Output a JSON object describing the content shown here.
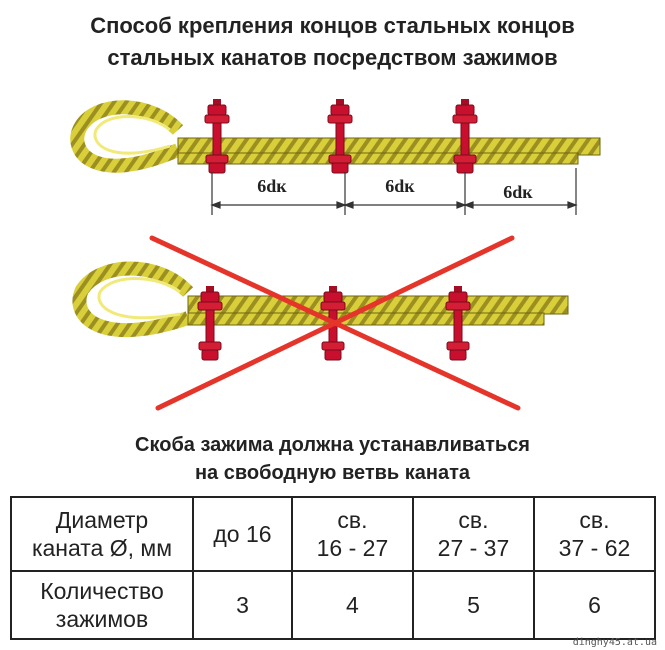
{
  "title": {
    "line1": "Способ крепления концов стальных концов",
    "line2": "стальных канатов посредством зажимов"
  },
  "diagram": {
    "spacing_labels": [
      "6dк",
      "6dк",
      "6dк"
    ],
    "colors": {
      "rope": "#d9cf3a",
      "rope_strand": "#8a7d1a",
      "clamp": "#c8102e",
      "cross": "#e5352b"
    }
  },
  "note": {
    "line1": "Скоба зажима должна устанавливаться",
    "line2": "на свободную ветвь каната"
  },
  "table": {
    "row1": {
      "header": [
        "Диаметр",
        "каната Ø, мм"
      ],
      "cells": [
        [
          "до 16"
        ],
        [
          "св.",
          "16 - 27"
        ],
        [
          "св.",
          "27 - 37"
        ],
        [
          "св.",
          "37 - 62"
        ]
      ]
    },
    "row2": {
      "header": [
        "Количество",
        "зажимов"
      ],
      "cells": [
        "3",
        "4",
        "5",
        "6"
      ]
    }
  },
  "watermark": "dinghy45.at.ua"
}
